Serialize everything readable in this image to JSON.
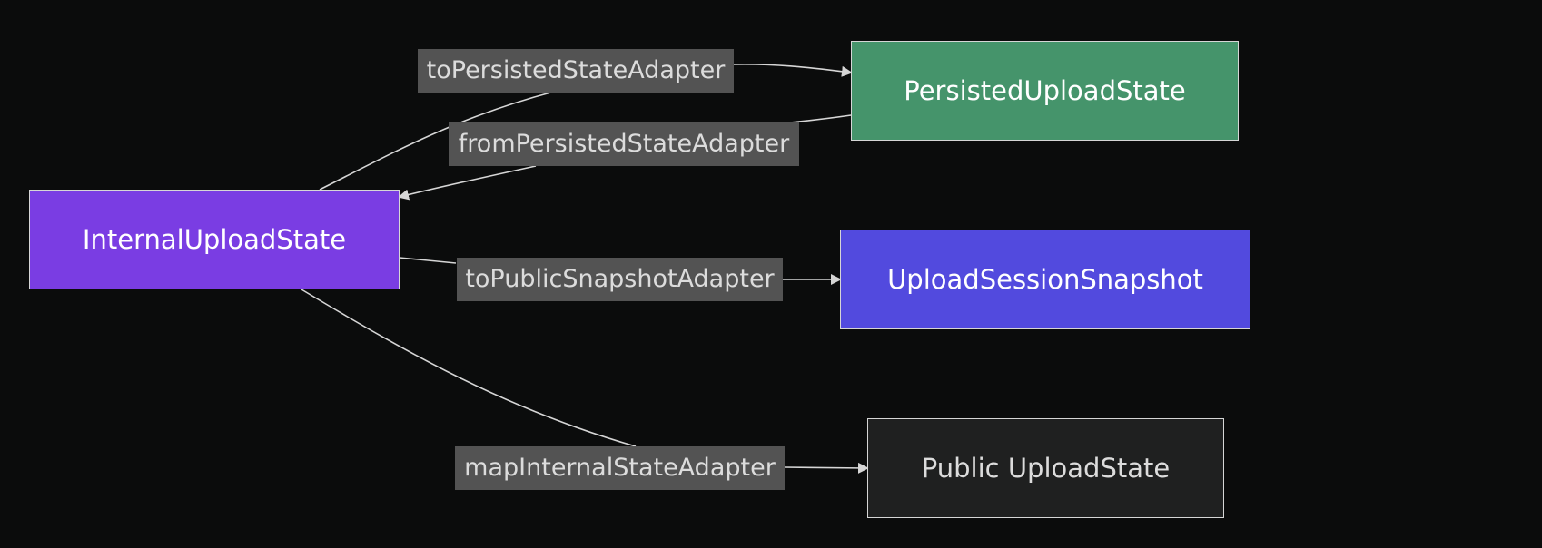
{
  "nodes": {
    "internal": {
      "label": "InternalUploadState",
      "color": "#7a3de3"
    },
    "persisted": {
      "label": "PersistedUploadState",
      "color": "#45946b"
    },
    "snapshot": {
      "label": "UploadSessionSnapshot",
      "color": "#524ade"
    },
    "public": {
      "label": "Public UploadState",
      "color": "#1f2020"
    }
  },
  "edges": {
    "to_persisted": {
      "label": "toPersistedStateAdapter"
    },
    "from_persisted": {
      "label": "fromPersistedStateAdapter"
    },
    "to_public_snapshot": {
      "label": "toPublicSnapshotAdapter"
    },
    "map_internal": {
      "label": "mapInternalStateAdapter"
    }
  },
  "colors": {
    "background": "#0b0c0c",
    "edge_line": "#d6d6d6",
    "edge_label_bg": "#535353",
    "node_border": "#d6d6d6"
  }
}
